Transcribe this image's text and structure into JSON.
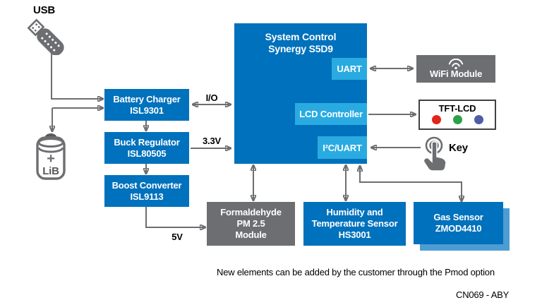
{
  "colors": {
    "box_blue": "#0071BC",
    "port_blue": "#29ABE2",
    "box_gray": "#6D6E71",
    "line_gray": "#6D6E71",
    "gas_shadow_blue": "#4E9CD4",
    "tft_dot_red": "#E1251B",
    "tft_dot_green": "#2BA148",
    "tft_dot_blue": "#4E5CA8"
  },
  "labels": {
    "usb": "USB",
    "battery_plus": "+",
    "battery": "LiB",
    "io": "I/O",
    "v33": "3.3V",
    "v5": "5V",
    "key": "Key"
  },
  "power": {
    "charger": {
      "line1": "Battery Charger",
      "line2": "ISL9301"
    },
    "buck": {
      "line1": "Buck Regulator",
      "line2": "ISL80505"
    },
    "boost": {
      "line1": "Boost Converter",
      "line2": "ISL9113"
    }
  },
  "system_control": {
    "title1": "System Control",
    "title2": "Synergy S5D9",
    "ports": {
      "uart": "UART",
      "lcd": "LCD Controller",
      "i2c": "I²C/UART"
    }
  },
  "peripherals": {
    "wifi": "WiFi Module",
    "tft": "TFT-LCD"
  },
  "sensors": {
    "pm": {
      "line1": "Formaldehyde",
      "line2": "PM 2.5",
      "line3": "Module"
    },
    "humidity": {
      "line1": "Humidity and",
      "line2": "Temperature Sensor",
      "line3": "HS3001"
    },
    "gas": {
      "line1": "Gas Sensor",
      "line2": "ZMOD4410"
    }
  },
  "footer": {
    "note": "New elements can be added by the customer through the Pmod option",
    "code": "CN069 - ABY"
  }
}
